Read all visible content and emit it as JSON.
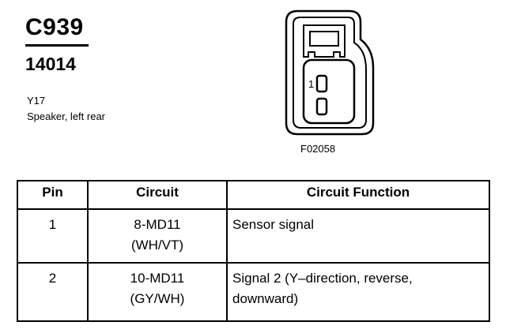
{
  "header": {
    "connector_id": "C939",
    "part_number": "14014",
    "location_code": "Y17",
    "description": "Speaker, left rear"
  },
  "figure": {
    "code": "F02058",
    "pin_label": "1",
    "icon": "two-pin-connector-face-icon"
  },
  "table": {
    "headers": [
      "Pin",
      "Circuit",
      "Circuit Function"
    ],
    "rows": [
      {
        "pin": "1",
        "circuit": [
          "8-MD11",
          "(WH/VT)"
        ],
        "function": [
          "Sensor signal"
        ]
      },
      {
        "pin": "2",
        "circuit": [
          "10-MD11",
          "(GY/WH)"
        ],
        "function": [
          "Signal 2 (Y–direction, reverse,",
          "downward)"
        ]
      }
    ]
  }
}
